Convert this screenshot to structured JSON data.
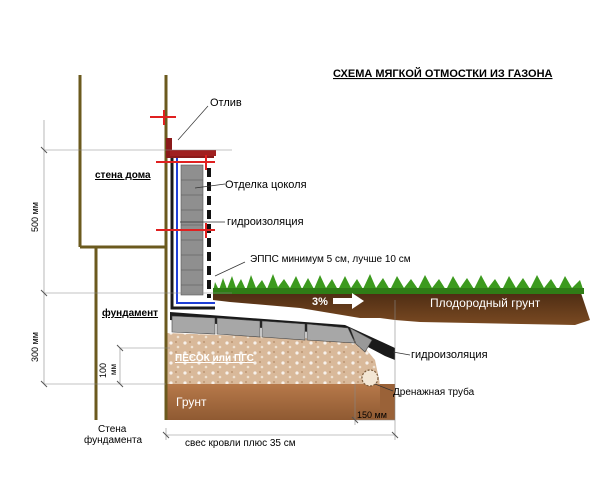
{
  "title": "СХЕМА МЯГКОЙ ОТМОСТКИ ИЗ ГАЗОНА",
  "labels": {
    "otliv": "Отлив",
    "stena_doma": "стена дома",
    "otdelka": "Отделка цоколя",
    "gidro_top": "гидроизоляция",
    "epps": "ЭППС минимум 5 см, лучше 10 см",
    "slope": "3%",
    "fertile": "Плодородный грунт",
    "fundament": "фундамент",
    "gidro_bottom": "гидроизоляция",
    "sand": "ПЕСОК или ПГС",
    "drain": "Дренажная труба",
    "ground": "Грунт",
    "wall_foundation_1": "Стена",
    "wall_foundation_2": "фундамента",
    "overhang": "свес кровли плюс 35 см"
  },
  "dimensions": {
    "d500": "500 мм",
    "d300": "300 мм",
    "d100": "100",
    "d100_unit": "мм",
    "d150": "150 мм"
  },
  "colors": {
    "wall_line": "#6b5a1e",
    "pointer": "#e02020",
    "grass": "#3c9a1e",
    "soil": "#5a3417",
    "sand": "#d9b99a",
    "ground": "#a06840",
    "tile": "#a7a7a7",
    "membrane": "#1a1a1a",
    "epps_blue": "#1f3fd6"
  }
}
